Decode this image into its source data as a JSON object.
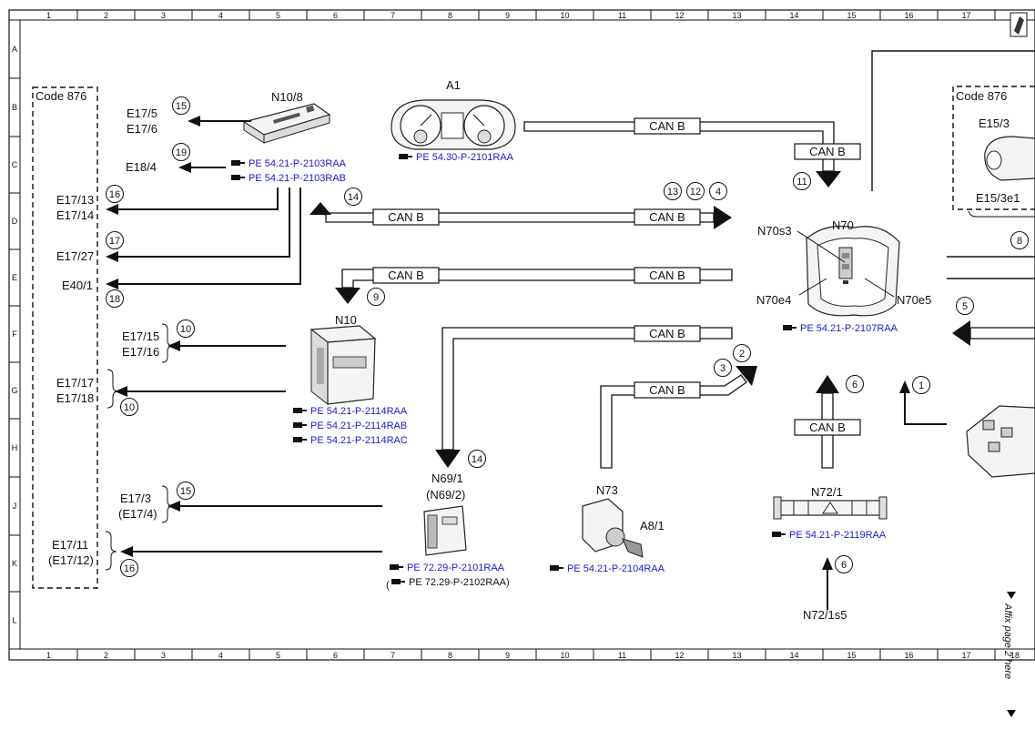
{
  "grid": {
    "columns": [
      "1",
      "2",
      "3",
      "4",
      "5",
      "6",
      "7",
      "8",
      "9",
      "10",
      "11",
      "12",
      "13",
      "14",
      "15",
      "16",
      "17",
      "18"
    ],
    "rows": [
      "A",
      "B",
      "C",
      "D",
      "E",
      "F",
      "G",
      "H",
      "J",
      "K",
      "L"
    ]
  },
  "groups": {
    "code_left": "Code 876",
    "code_right": "Code 876"
  },
  "components": {
    "a1": "A1",
    "n10_8": "N10/8",
    "n10": "N10",
    "n70": "N70",
    "n70s3": "N70s3",
    "n70e4": "N70e4",
    "n70e5": "N70e5",
    "n69_1": "N69/1",
    "n69_2": "(N69/2)",
    "n73": "N73",
    "a8_1": "A8/1",
    "n72_1": "N72/1",
    "n72_1s5": "N72/1s5",
    "e15_3": "E15/3",
    "e15_3e1": "E15/3e1"
  },
  "loads": {
    "e17_5": "E17/5",
    "e17_6": "E17/6",
    "e18_4": "E18/4",
    "e17_13": "E17/13",
    "e17_14": "E17/14",
    "e17_27": "E17/27",
    "e40_1": "E40/1",
    "e17_15": "E17/15",
    "e17_16": "E17/16",
    "e17_17": "E17/17",
    "e17_18": "E17/18",
    "e17_3": "E17/3",
    "e17_4": "(E17/4)",
    "e17_11": "E17/11",
    "e17_12": "(E17/12)"
  },
  "bus_label": "CAN B",
  "references": {
    "r_a1": "PE 54.30-P-2101RAA",
    "r_n108_a": "PE 54.21-P-2103RAA",
    "r_n108_b": "PE 54.21-P-2103RAB",
    "r_n10_a": "PE 54.21-P-2114RAA",
    "r_n10_b": "PE 54.21-P-2114RAB",
    "r_n10_c": "PE 54.21-P-2114RAC",
    "r_n70": "PE 54.21-P-2107RAA",
    "r_n69_a": "PE 72.29-P-2101RAA",
    "r_n69_b": "PE 72.29-P-2102RAA)",
    "r_n73": "PE 54.21-P-2104RAA",
    "r_n72": "PE 54.21-P-2119RAA"
  },
  "callouts": {
    "c15a": "15",
    "c19": "19",
    "c16a": "16",
    "c17": "17",
    "c18": "18",
    "c10a": "10",
    "c10b": "10",
    "c15b": "15",
    "c16b": "16",
    "c14a": "14",
    "c13": "13",
    "c12": "12",
    "c4": "4",
    "c11": "11",
    "c9": "9",
    "c14b": "14",
    "c2": "2",
    "c3": "3",
    "c6a": "6",
    "c6b": "6",
    "c1": "1",
    "c8": "8",
    "c5": "5"
  },
  "side_note": "Affix page 2 here",
  "colors": {
    "line": "#111111",
    "reference": "#1a1ad6",
    "paper": "#ffffff"
  }
}
